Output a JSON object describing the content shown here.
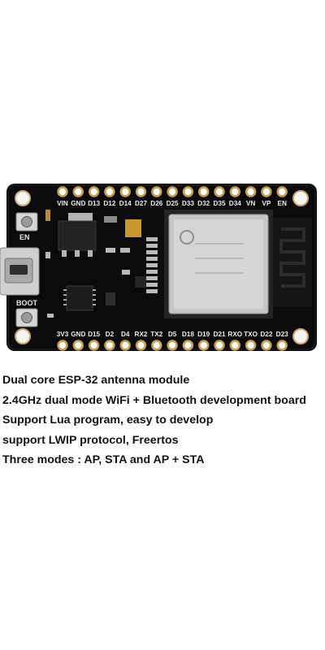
{
  "board": {
    "top_pins": [
      "VIN",
      "GND",
      "D13",
      "D12",
      "D14",
      "D27",
      "D26",
      "D25",
      "D33",
      "D32",
      "D35",
      "D34",
      "VN",
      "VP",
      "EN"
    ],
    "bottom_pins": [
      "3V3",
      "GND",
      "D15",
      "D2",
      "D4",
      "RX2",
      "TX2",
      "D5",
      "D18",
      "D19",
      "D21",
      "RXO",
      "TXO",
      "D22",
      "D23"
    ],
    "button_labels": {
      "en": "EN",
      "boot": "BOOT"
    }
  },
  "features": [
    "Dual core ESP-32 antenna module",
    "2.4GHz dual mode WiFi + Bluetooth development board",
    "Support Lua program, easy to develop",
    "support LWIP protocol, Freertos",
    "Three modes : AP, STA and AP + STA"
  ]
}
